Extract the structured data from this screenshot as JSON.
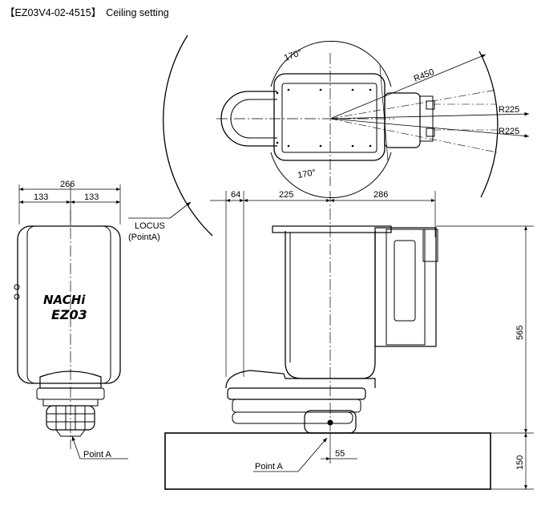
{
  "title": {
    "model": "【EZ03V4-02-4515】",
    "setting": "Ceiling setting"
  },
  "brand": {
    "logo": "NACHi",
    "model": "EZ03"
  },
  "top_view": {
    "angle_upper": "170°",
    "angle_lower": "170°",
    "radius_outer": "R450",
    "radius_inner_1": "R225",
    "radius_inner_2": "R225",
    "locus_label": "LOCUS",
    "locus_sub": "(PointA)"
  },
  "front_view": {
    "total_width": "266",
    "half_left": "133",
    "half_right": "133",
    "point_label": "Point  A"
  },
  "side_view": {
    "dim_a": "64",
    "dim_b": "225",
    "dim_c": "286",
    "height": "565",
    "base_height": "150",
    "offset": "55",
    "point_label": "Point  A"
  }
}
